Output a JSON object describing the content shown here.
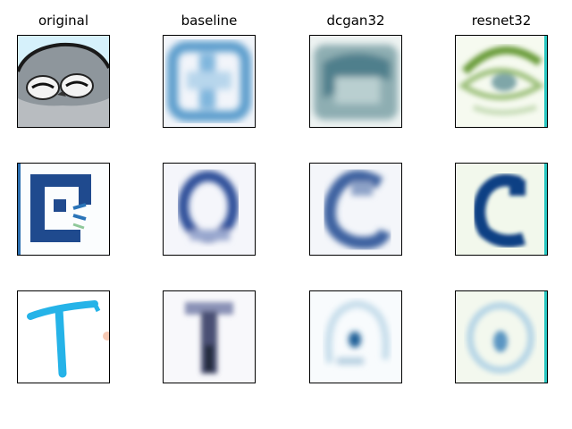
{
  "columns": [
    {
      "title": "original"
    },
    {
      "title": "baseline"
    },
    {
      "title": "dcgan32"
    },
    {
      "title": "resnet32"
    }
  ],
  "rows": [
    {
      "images": [
        {
          "icon": "penguin-avatar"
        },
        {
          "icon": "blurry-blue-square"
        },
        {
          "icon": "blurry-teal-square"
        },
        {
          "icon": "green-eye-shape"
        }
      ]
    },
    {
      "images": [
        {
          "icon": "dark-blue-letter-glyph"
        },
        {
          "icon": "blurry-blue-o"
        },
        {
          "icon": "blurry-blue-c"
        },
        {
          "icon": "blue-letter-c"
        }
      ]
    },
    {
      "images": [
        {
          "icon": "light-blue-letter-t"
        },
        {
          "icon": "blurry-dark-i"
        },
        {
          "icon": "faint-blue-glyph"
        },
        {
          "icon": "faint-blue-circle"
        }
      ]
    }
  ]
}
